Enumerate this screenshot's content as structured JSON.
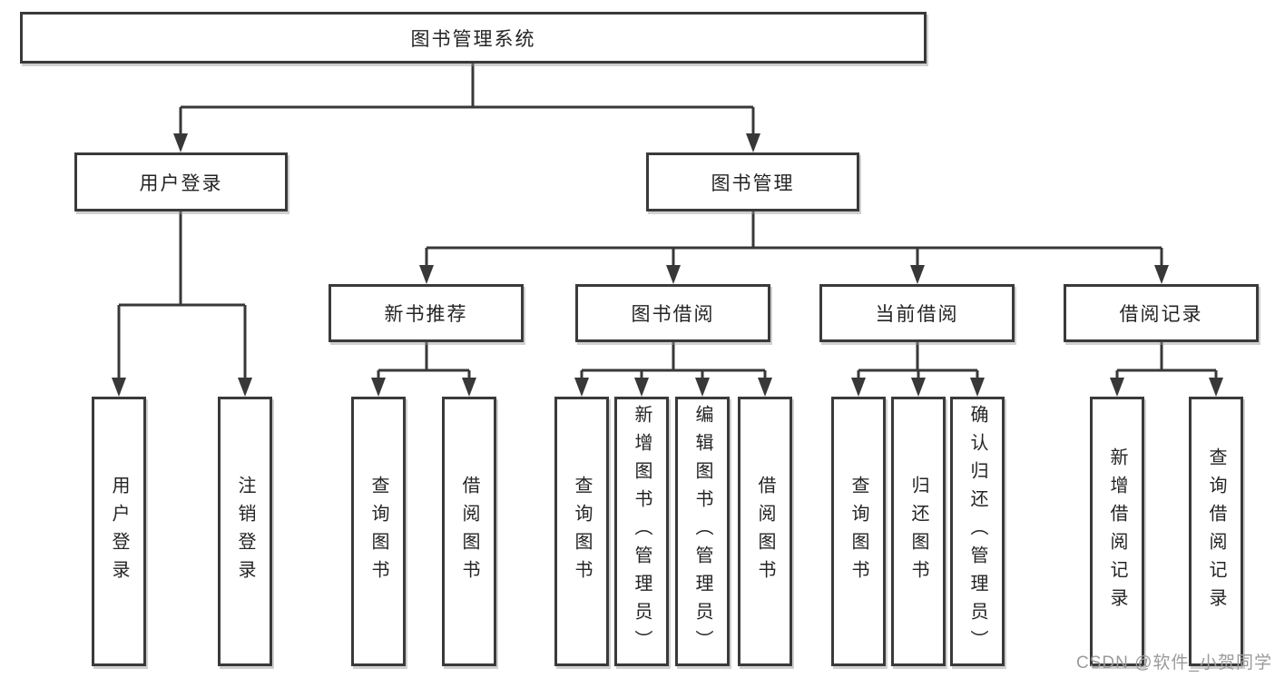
{
  "diagram": {
    "root": {
      "label": "图书管理系统"
    },
    "level2": [
      {
        "label": "用户登录"
      },
      {
        "label": "图书管理"
      }
    ],
    "level3": [
      {
        "label": "新书推荐"
      },
      {
        "label": "图书借阅"
      },
      {
        "label": "当前借阅"
      },
      {
        "label": "借阅记录"
      }
    ],
    "leaves": [
      {
        "label": "用户登录"
      },
      {
        "label": "注销登录"
      },
      {
        "label": "查询图书"
      },
      {
        "label": "借阅图书"
      },
      {
        "label": "查询图书"
      },
      {
        "label": "新增图书（管理员）"
      },
      {
        "label": "编辑图书（管理员）"
      },
      {
        "label": "借阅图书"
      },
      {
        "label": "查询图书"
      },
      {
        "label": "归还图书"
      },
      {
        "label": "确认归还（管理员）"
      },
      {
        "label": "新增借阅记录"
      },
      {
        "label": "查询借阅记录"
      }
    ]
  },
  "watermark": {
    "text": "CSDN @软件_小贺同学"
  },
  "colors": {
    "line": "#383838",
    "box_border": "#3a3a3a",
    "text": "#242424",
    "watermark": "#9b9b9b",
    "background": "#ffffff"
  }
}
